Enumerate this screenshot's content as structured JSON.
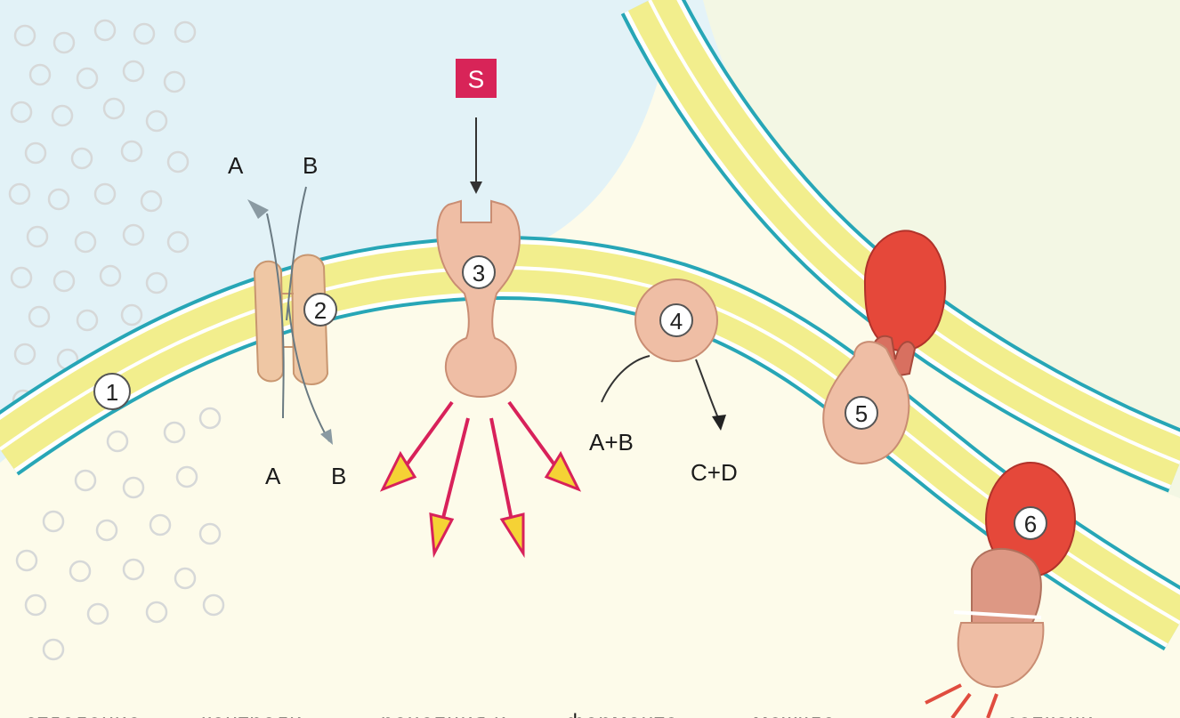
{
  "diagram": {
    "numbers": [
      "1",
      "2",
      "3",
      "4",
      "5",
      "6"
    ],
    "signal_label": "S",
    "channel_labels": {
      "top_a": "A",
      "top_b": "B",
      "bottom_a": "A",
      "bottom_b": "B"
    },
    "enzyme_labels": {
      "substrates": "A+B",
      "products": "C+D"
    },
    "captions": [
      "отделение",
      "контроли-",
      "рецепция и",
      "фермента-",
      "межкле-",
      "запкочи"
    ],
    "colors": {
      "cytoplasm": "#fbf9e4",
      "extracellular": "#e2f3f8",
      "membrane_outline": "#23a7b7",
      "membrane_core": "#f3ef8f",
      "protein": "#efbfa6",
      "protein_dark": "#dc8d6f",
      "neighbor_protein": "#e54a3c",
      "signal": "#d92358",
      "arrow_fill": "#f7d23a"
    }
  }
}
